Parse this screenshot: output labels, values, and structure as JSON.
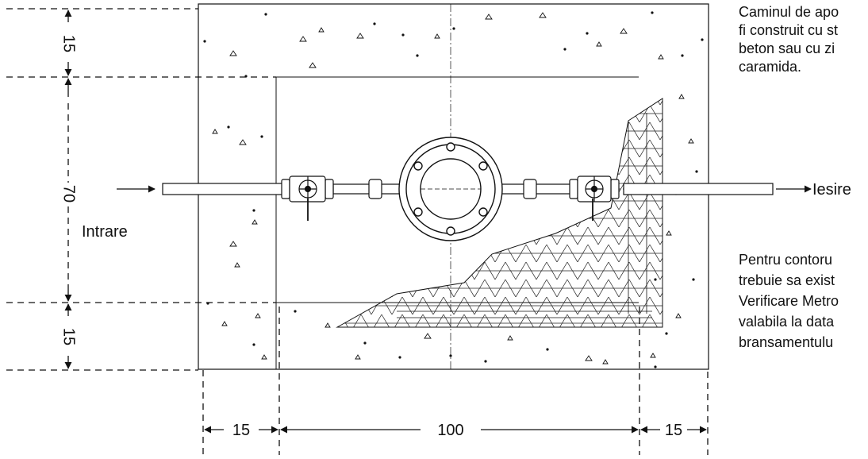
{
  "labels": {
    "intrare": "Intrare",
    "iesire": "Iesire",
    "dim_top_15": "15",
    "dim_mid_70": "70",
    "dim_bot_15": "15",
    "dim_left_15": "15",
    "dim_center_100": "100",
    "dim_right_15": "15"
  },
  "notes": {
    "top": [
      "Caminul de apo",
      "fi construit cu st",
      "beton sau cu zi",
      "caramida."
    ],
    "bottom": [
      "Pentru contoru",
      "trebuie sa exist",
      "Verificare Metro",
      "valabila la data",
      "bransamentulu"
    ]
  },
  "colors": {
    "line": "#111111",
    "background": "#ffffff"
  }
}
